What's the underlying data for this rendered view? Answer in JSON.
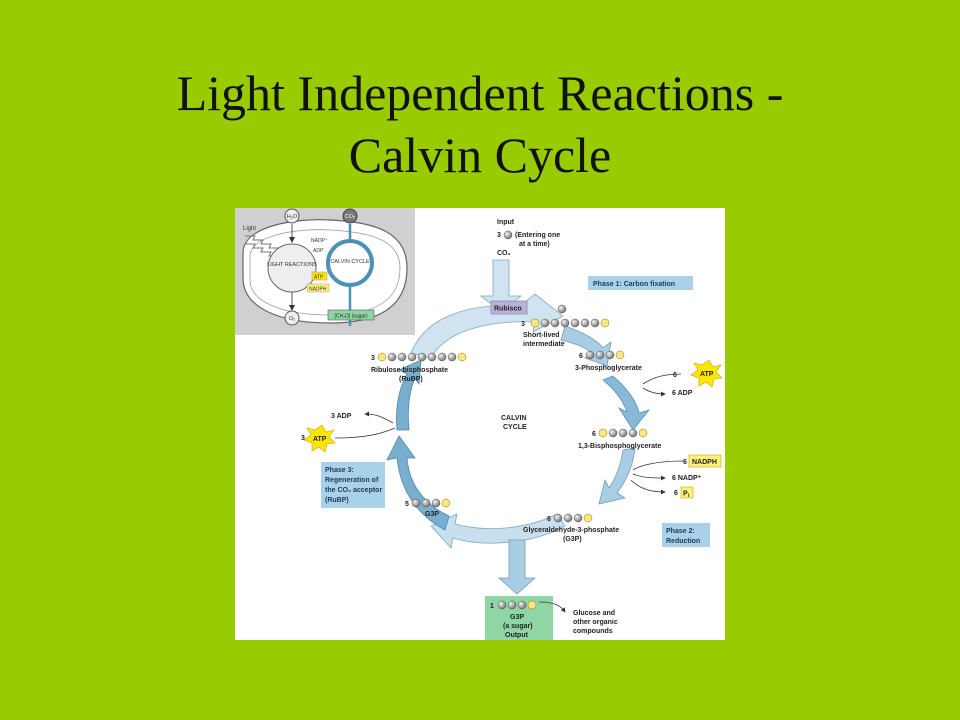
{
  "slide": {
    "title_line1": "Light Independent Reactions -",
    "title_line2": "Calvin Cycle"
  },
  "colors": {
    "background": "#99cc00",
    "arrow_blue": "#7fb2cf",
    "phase_box": "#a9d1ea",
    "atp_yellow": "#ffe600",
    "nadph_yellow": "#fff27a",
    "output_green": "#8fd6a4",
    "rubisco_purple": "#b9b3d8"
  },
  "inset": {
    "light": "Light",
    "h2o": "H₂O",
    "co2": "CO₂",
    "nadp": "NADP⁺",
    "adp": "ADP",
    "light_reactions": "LIGHT REACTIONS",
    "atp": "ATP",
    "nadph": "NADPH",
    "calvin_cycle": "CALVIN CYCLE",
    "o2": "O₂",
    "sugar": "[CH₂O] (sugar)"
  },
  "diagram": {
    "input_label": "Input",
    "input_count": "3",
    "input_desc_1": "(Entering one",
    "input_desc_2": "at a time)",
    "input_co2": "CO₂",
    "phase1": "Phase 1: Carbon fixation",
    "rubisco": "Rubisco",
    "short_lived_count": "3",
    "short_lived_1": "Short-lived",
    "short_lived_2": "intermediate",
    "pga_count": "6",
    "pga": "3-Phosphoglycerate",
    "atp6_count": "6",
    "atp": "ATP",
    "adp6": "6 ADP",
    "bpg_count": "6",
    "bpg": "1,3-Bisphosphoglycerate",
    "nadph_count": "6",
    "nadph": "NADPH",
    "nadp6": "6 NADP⁺",
    "pi_count": "6",
    "pi": "P",
    "pi_sub": "i",
    "g3p6_count": "6",
    "g3p6_1": "Glyceraldehyde-3-phosphate",
    "g3p6_2": "(G3P)",
    "phase2_1": "Phase 2:",
    "phase2_2": "Reduction",
    "output_count": "1",
    "output_1": "G3P",
    "output_2": "(a sugar)",
    "output_3": "Output",
    "glucose_1": "Glucose and",
    "glucose_2": "other organic",
    "glucose_3": "compounds",
    "g3p5_count": "5",
    "g3p5": "G3P",
    "phase3_1": "Phase 3:",
    "phase3_2": "Regeneration of",
    "phase3_3": "the CO₂ acceptor",
    "phase3_4": "(RuBP)",
    "atp3_count": "3",
    "adp3": "3 ADP",
    "rubp_count": "3",
    "rubp_1": "Ribulose bisphosphate",
    "rubp_2": "(RuBP)",
    "calvin_1": "CALVIN",
    "calvin_2": "CYCLE",
    "phosphate": "P"
  }
}
